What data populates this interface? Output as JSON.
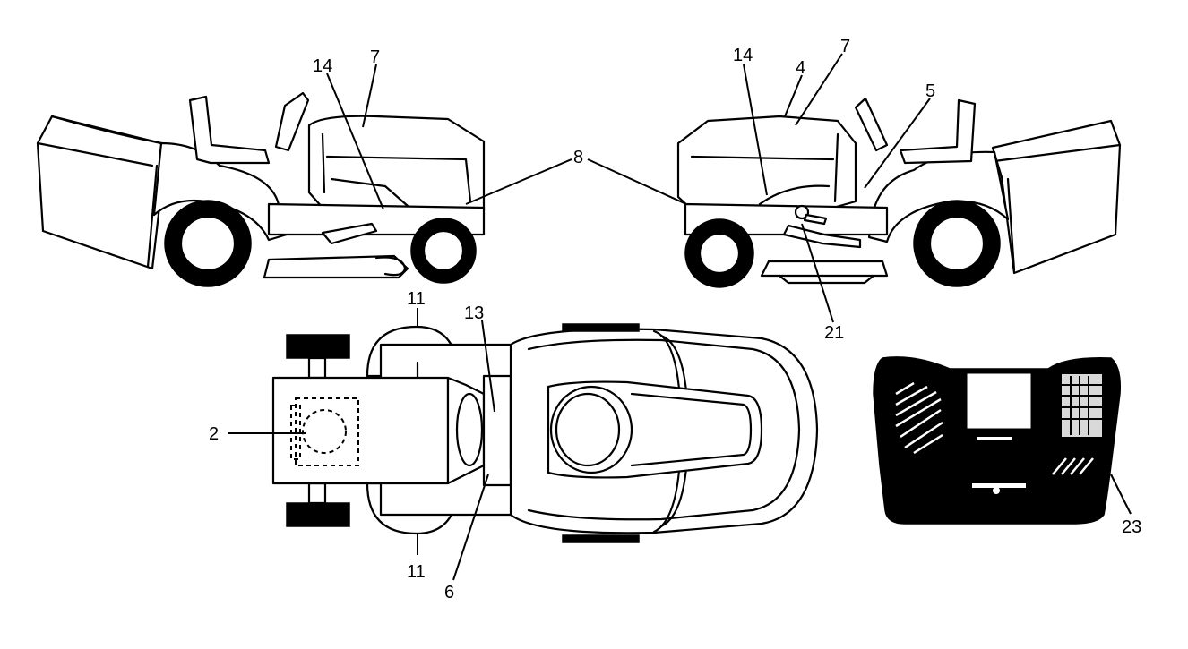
{
  "callouts": {
    "left_side": {
      "c14": "14",
      "c7": "7"
    },
    "center": {
      "c8": "8"
    },
    "right_side": {
      "c14": "14",
      "c4": "4",
      "c7": "7",
      "c5": "5",
      "c21": "21"
    },
    "top_view": {
      "c11_top": "11",
      "c13": "13",
      "c2": "2",
      "c11_bottom": "11",
      "c6": "6"
    },
    "rear_panel": {
      "c23": "23"
    }
  },
  "colors": {
    "line": "#000000",
    "background": "#ffffff"
  }
}
